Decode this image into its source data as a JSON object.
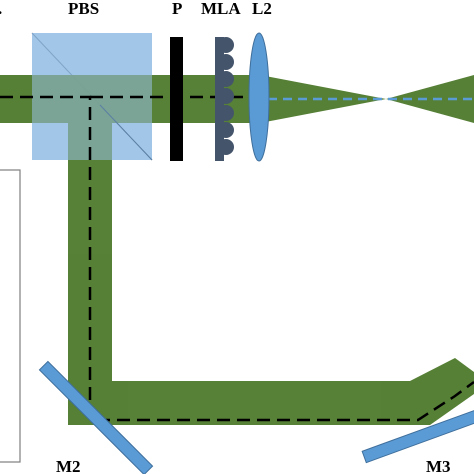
{
  "labels": {
    "pbs": "PBS",
    "p": "P",
    "mla": "MLA",
    "l2": "L2",
    "m2": "M2",
    "m3": "M3",
    "edge_fragment": "."
  },
  "colors": {
    "beam": "#4e7a2c",
    "optic": "#5b9bd5",
    "optic_edge": "#3f6f9c",
    "pbs_cube": "#9dc3e6",
    "polarizer": "#000000",
    "mla": "#44546a",
    "axis_dash": "#000000",
    "focus_dash": "#5b9bd5"
  }
}
